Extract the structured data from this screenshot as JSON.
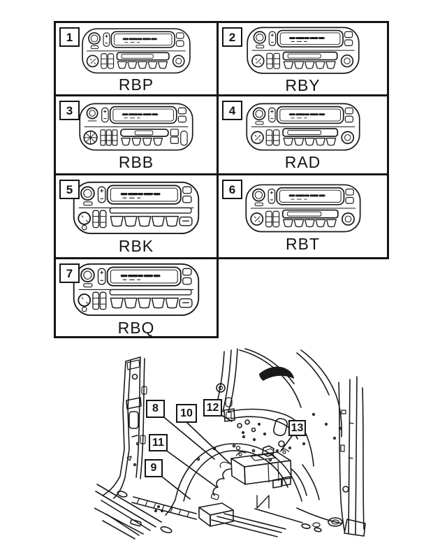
{
  "figure": {
    "colors": {
      "line": "#1a1a1a",
      "background": "#ffffff"
    },
    "panels": [
      {
        "number": "1",
        "code": "RBP",
        "variant": "cassette"
      },
      {
        "number": "2",
        "code": "RBY",
        "variant": "cassette"
      },
      {
        "number": "3",
        "code": "RBB",
        "variant": "rbb"
      },
      {
        "number": "4",
        "code": "RAD",
        "variant": "cassette"
      },
      {
        "number": "5",
        "code": "RBK",
        "variant": "six"
      },
      {
        "number": "6",
        "code": "RBT",
        "variant": "cassette"
      },
      {
        "number": "7",
        "code": "RBQ",
        "variant": "six"
      }
    ],
    "location_callouts": [
      {
        "number": "8"
      },
      {
        "number": "9"
      },
      {
        "number": "10"
      },
      {
        "number": "11"
      },
      {
        "number": "12"
      },
      {
        "number": "13"
      }
    ]
  }
}
